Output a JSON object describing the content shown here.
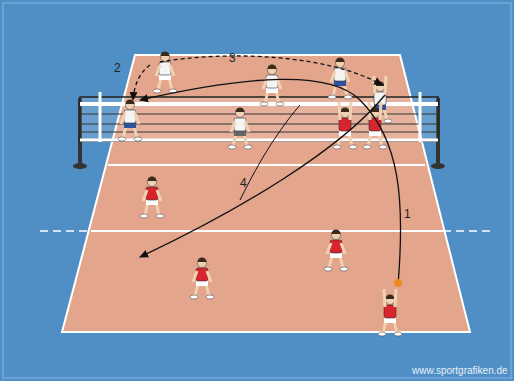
{
  "diagram": {
    "labels": [
      "2",
      "3",
      "4",
      "1",
      "www.sportgrafiken.de"
    ]
  }
}
